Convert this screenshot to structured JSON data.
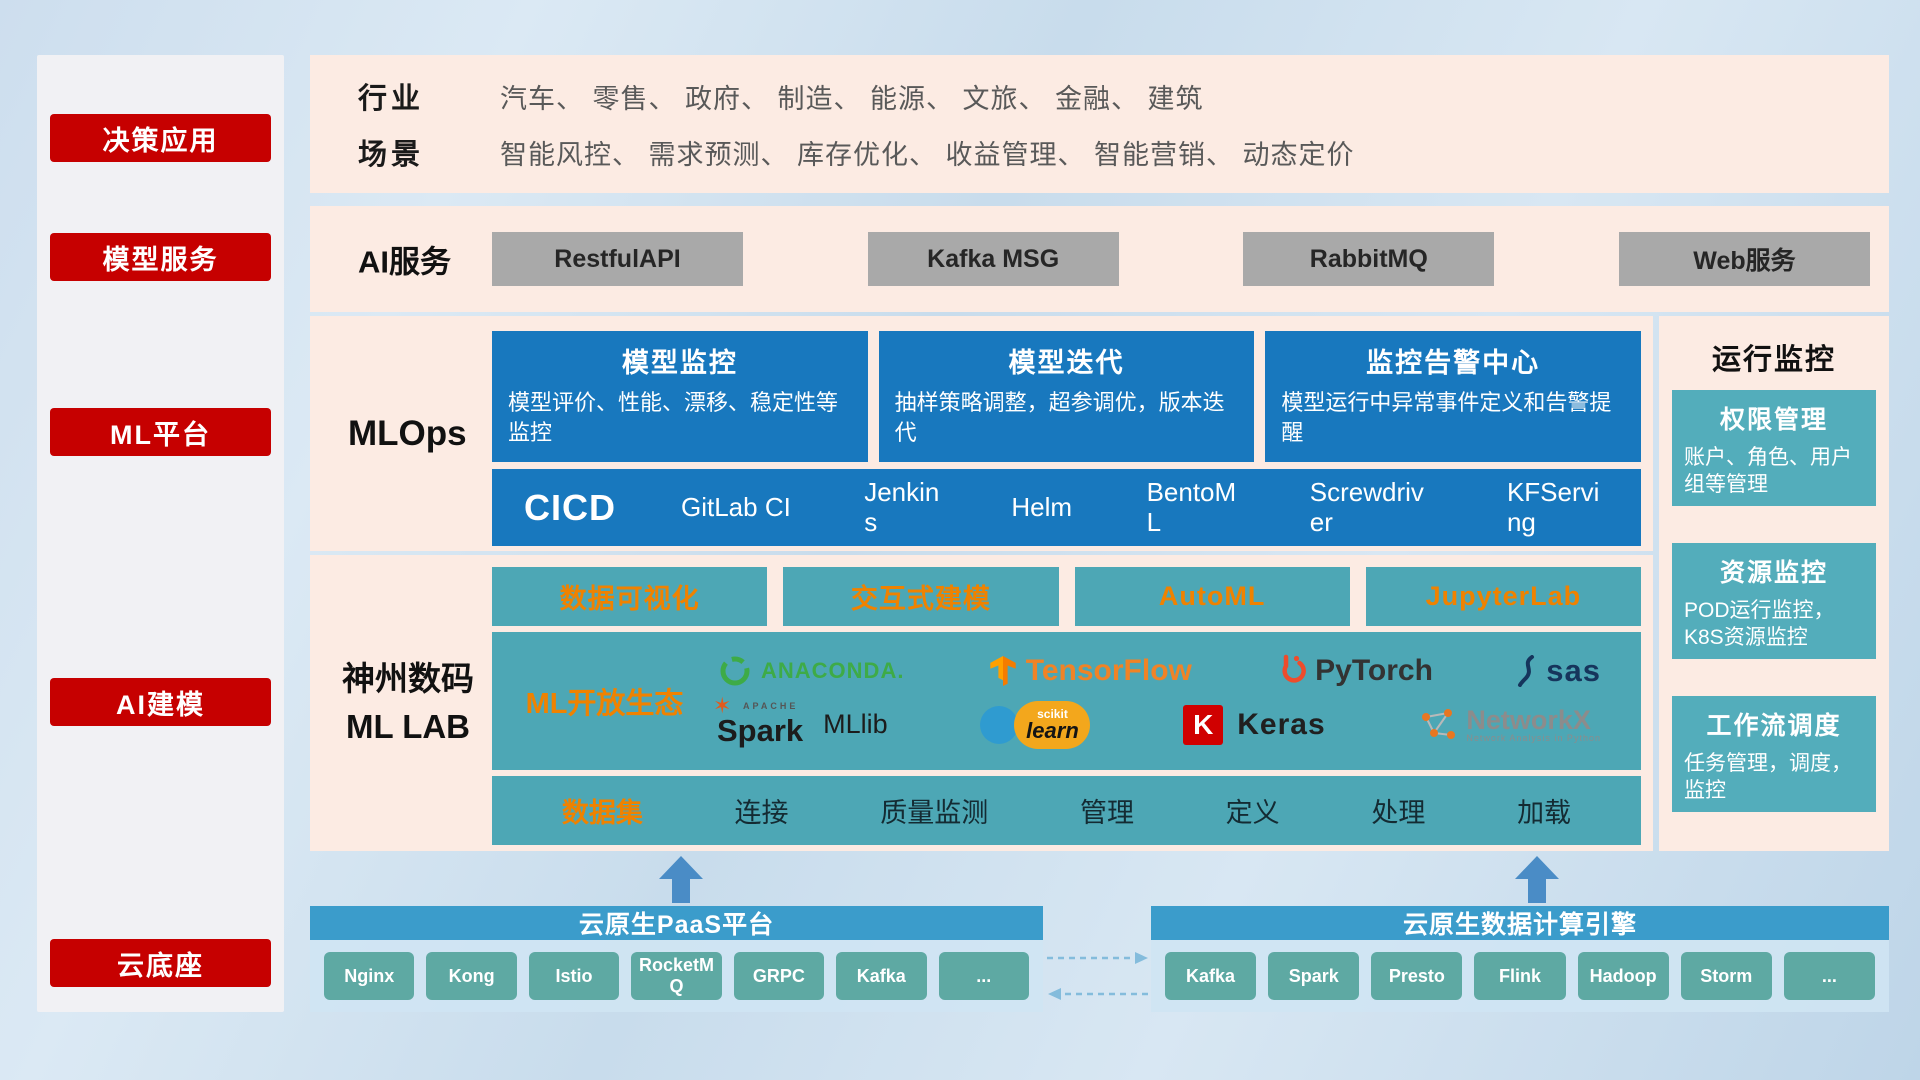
{
  "colors": {
    "accent_red": "#c60000",
    "panel_pink": "#fcebe3",
    "card_blue": "#1878be",
    "teal": "#4da7b5",
    "accent_orange": "#ef8200",
    "bar_blue": "#3b9ccb",
    "chip_teal": "#5ea9a3"
  },
  "sidebar": {
    "items": [
      {
        "label": "决策应用"
      },
      {
        "label": "模型服务"
      },
      {
        "label": "ML平台"
      },
      {
        "label": "AI建模"
      },
      {
        "label": "云底座"
      }
    ]
  },
  "industry": {
    "row1_label": "行业",
    "row1_value": "汽车、 零售、 政府、 制造、 能源、 文旅、 金融、 建筑",
    "row2_label": "场景",
    "row2_value": "智能风控、 需求预测、 库存优化、 收益管理、 智能营销、 动态定价"
  },
  "ai_service": {
    "label": "AI服务",
    "buttons": [
      {
        "label": "RestfulAPI"
      },
      {
        "label": "Kafka MSG"
      },
      {
        "label": "RabbitMQ"
      },
      {
        "label": "Web服务"
      }
    ]
  },
  "mlops": {
    "label": "MLOps",
    "cards": [
      {
        "title": "模型监控",
        "desc": "模型评价、性能、漂移、稳定性等监控"
      },
      {
        "title": "模型迭代",
        "desc": "抽样策略调整，超参调优，版本迭代"
      },
      {
        "title": "监控告警中心",
        "desc": "模型运行中异常事件定义和告警提醒"
      }
    ],
    "cicd_label": "CICD",
    "cicd_tools": [
      {
        "name": "GitLab CI"
      },
      {
        "name": "Jenkins"
      },
      {
        "name": "Helm"
      },
      {
        "name": "BentoML"
      },
      {
        "name": "Screwdriver"
      },
      {
        "name": "KFServing"
      }
    ]
  },
  "monitoring": {
    "title": "运行监控",
    "cards": [
      {
        "title": "权限管理",
        "desc": "账户、角色、用户组等管理"
      },
      {
        "title": "资源监控",
        "desc": "POD运行监控，K8S资源监控"
      },
      {
        "title": "工作流调度",
        "desc": "任务管理，调度，监控"
      }
    ]
  },
  "mllab": {
    "label_line1": "神州数码",
    "label_line2": "ML LAB",
    "top_boxes": [
      {
        "label": "数据可视化"
      },
      {
        "label": "交互式建模"
      },
      {
        "label": "AutoML"
      },
      {
        "label": "JupyterLab"
      }
    ],
    "ecosystem_label": "ML开放生态",
    "logos": {
      "anaconda": "ANACONDA.",
      "tensorflow": "TensorFlow",
      "pytorch": "PyTorch",
      "sas": "sas",
      "apache": "APACHE",
      "spark": "Spark",
      "mllib": "MLlib",
      "scikit_top": "scikit",
      "scikit_learn": "learn",
      "keras_k": "K",
      "keras": "Keras",
      "networkx": "NetworkX",
      "networkx_sub": "Network Analysis in Python"
    },
    "data_row": [
      {
        "label": "数据集"
      },
      {
        "label": "连接"
      },
      {
        "label": "质量监测"
      },
      {
        "label": "管理"
      },
      {
        "label": "定义"
      },
      {
        "label": "处理"
      },
      {
        "label": "加载"
      }
    ]
  },
  "bottom": {
    "paas": {
      "title": "云原生PaaS平台",
      "chips": [
        {
          "label": "Nginx"
        },
        {
          "label": "Kong"
        },
        {
          "label": "Istio"
        },
        {
          "label": "RocketMQ"
        },
        {
          "label": "GRPC"
        },
        {
          "label": "Kafka"
        },
        {
          "label": "..."
        }
      ]
    },
    "engine": {
      "title": "云原生数据计算引擎",
      "chips": [
        {
          "label": "Kafka"
        },
        {
          "label": "Spark"
        },
        {
          "label": "Presto"
        },
        {
          "label": "Flink"
        },
        {
          "label": "Hadoop"
        },
        {
          "label": "Storm"
        },
        {
          "label": "..."
        }
      ]
    }
  }
}
